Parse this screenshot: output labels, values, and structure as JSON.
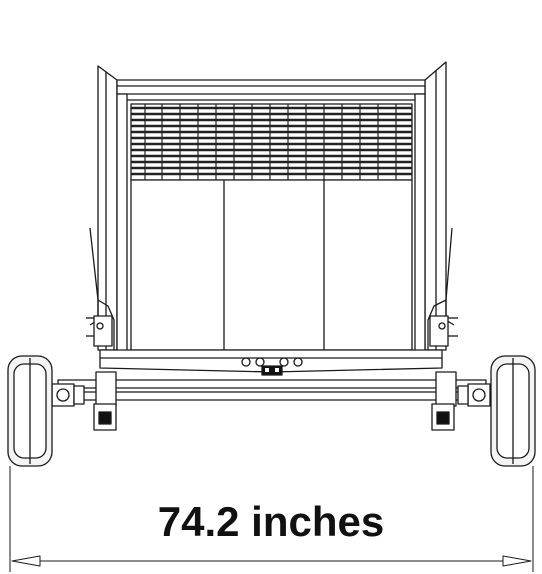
{
  "dimension": {
    "label": "74.2 inches"
  },
  "colors": {
    "line": "#1a1a1a",
    "panel_fill": "#ffffff",
    "mesh": "#222222",
    "tire_fill": "#f4f4f4"
  },
  "icons": [
    "dimension-arrow-left",
    "dimension-arrow-right"
  ]
}
